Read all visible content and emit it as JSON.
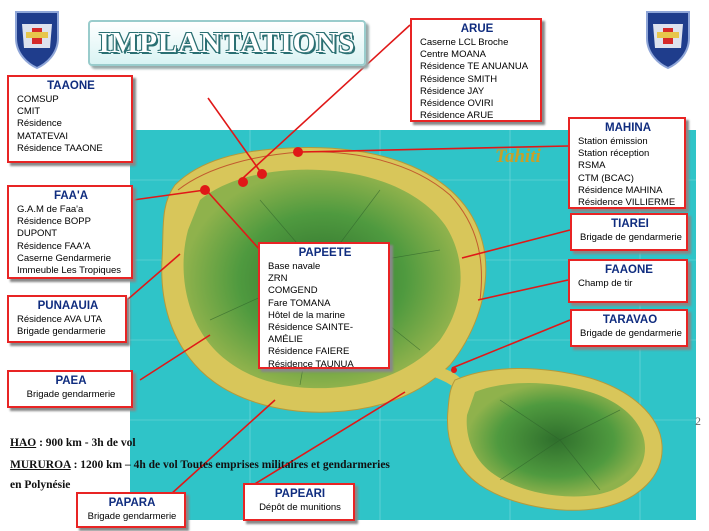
{
  "title": "IMPLANTATIONS",
  "map_label": "Tahiti",
  "boxes": {
    "arue": {
      "title": "ARUE",
      "lines": [
        "Caserne LCL Broche",
        "Centre MOANA",
        "Résidence TE ANUANUA",
        "Résidence SMITH",
        "Résidence JAY",
        "Résidence OVIRI",
        "Résidence ARUE"
      ]
    },
    "taaone": {
      "title": "TAAONE",
      "lines": [
        "COMSUP",
        "CMIT",
        "Résidence",
        "MATATEVAI",
        "Résidence TAAONE"
      ]
    },
    "mahina": {
      "title": "MAHINA",
      "lines": [
        "Station émission",
        "Station réception",
        "RSMA",
        "CTM (BCAC)",
        "Résidence MAHINA",
        "Résidence VILLIERME"
      ]
    },
    "faaa": {
      "title": "FAA'A",
      "lines": [
        "G.A.M de Faa'a",
        "Résidence BOPP",
        "DUPONT",
        "Résidence FAA'A",
        "Caserne Gendarmerie",
        "Immeuble Les Tropiques"
      ]
    },
    "tiarei": {
      "title": "TIAREI",
      "lines": [
        "Brigade de gendarmerie"
      ]
    },
    "papeete": {
      "title": "PAPEETE",
      "lines": [
        "Base navale",
        "ZRN",
        "COMGEND",
        "Fare TOMANA",
        "Hôtel de la marine",
        "Résidence SAINTE-",
        "AMÉLIE",
        "Résidence FAIERE",
        "Résidence TAUNUA"
      ]
    },
    "faaone": {
      "title": "FAAONE",
      "lines": [
        "Champ de tir"
      ]
    },
    "punaauia": {
      "title": "PUNAAUIA",
      "lines": [
        "Résidence AVA UTA",
        "Brigade gendarmerie"
      ]
    },
    "taravao": {
      "title": "TARAVAO",
      "lines": [
        "Brigade de gendarmerie"
      ]
    },
    "paea": {
      "title": "PAEA",
      "lines": [
        "Brigade gendarmerie"
      ]
    },
    "papara": {
      "title": "PAPARA",
      "lines": [
        "Brigade gendarmerie"
      ]
    },
    "papeari": {
      "title": "PAPEARI",
      "lines": [
        "Dépôt de munitions"
      ]
    }
  },
  "notes": {
    "hao_label": "HAO",
    "hao_text": " : 900 km - 3h de vol",
    "mururoa_label": "MURUROA",
    "mururoa_text": " : 1200 km – 4h de vol Toutes emprises militaires et gendarmeries",
    "line3": "en Polynésie"
  },
  "page_number": "2",
  "colors": {
    "box_border": "#e82424",
    "box_title": "#0f2c7f",
    "sea": "#2fc4c8",
    "land": "#d8c65a",
    "mountain": "#3f8a3a",
    "leader": "#e01818"
  }
}
